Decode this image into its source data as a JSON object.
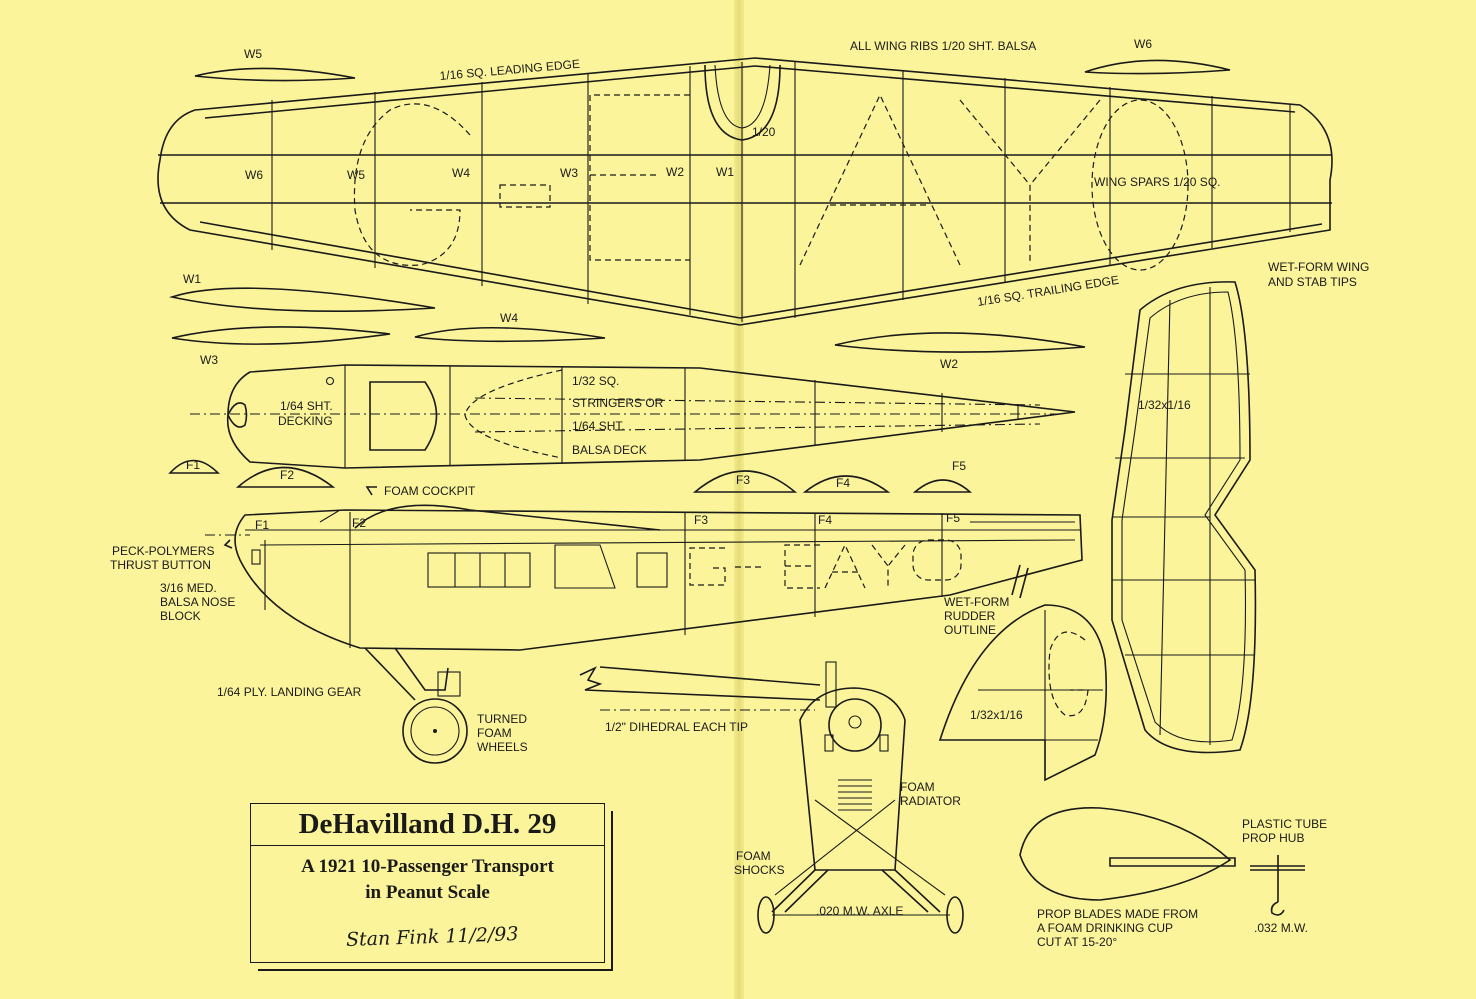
{
  "labels": {
    "w5_top": "W5",
    "leading_edge": "1/16 SQ. LEADING EDGE",
    "all_ribs": "ALL WING RIBS 1/20 SHT. BALSA",
    "w6_top": "W6",
    "rib_1_20": "1/20",
    "wing_w6": "W6",
    "wing_w5": "W5",
    "wing_w4": "W4",
    "wing_w3": "W3",
    "wing_w2": "W2",
    "wing_w1": "W1",
    "wing_spars": "WING SPARS 1/20 SQ.",
    "trailing_edge": "1/16 SQ. TRAILING EDGE",
    "wet_form_wing_1": "WET-FORM WING",
    "wet_form_wing_2": "AND STAB TIPS",
    "w1_rib": "W1",
    "w3_rib": "W3",
    "w4_rib": "W4",
    "w2_rib": "W2",
    "decking_1": "1/64 SHT.",
    "decking_2": "DECKING",
    "stringers_1": "1/32 SQ.",
    "stringers_2": "STRINGERS OR",
    "stringers_3": "1/64 SHT.",
    "stringers_4": "BALSA DECK",
    "stab_size": "1/32x1/16",
    "f1_former": "F1",
    "f2_former": "F2",
    "f3_former": "F3",
    "f4_former": "F4",
    "f5_former": "F5",
    "foam_cockpit": "FOAM COCKPIT",
    "side_f1": "F1",
    "side_f2": "F2",
    "side_f3": "F3",
    "side_f4": "F4",
    "side_f5": "F5",
    "peck_1": "PECK-POLYMERS",
    "peck_2": "THRUST BUTTON",
    "nose_1": "3/16 MED.",
    "nose_2": "BALSA NOSE",
    "nose_3": "BLOCK",
    "rudder_1": "WET-FORM",
    "rudder_2": "RUDDER",
    "rudder_3": "OUTLINE",
    "landing_gear": "1/64 PLY. LANDING GEAR",
    "wheels_1": "TURNED",
    "wheels_2": "FOAM",
    "wheels_3": "WHEELS",
    "dihedral": "1/2\" DIHEDRAL EACH TIP",
    "rudder_size": "1/32x1/16",
    "radiator_1": "FOAM",
    "radiator_2": "RADIATOR",
    "shocks_1": "FOAM",
    "shocks_2": "SHOCKS",
    "axle": ".020 M.W. AXLE",
    "prop_hub_1": "PLASTIC TUBE",
    "prop_hub_2": "PROP HUB",
    "prop_blades_1": "PROP BLADES MADE FROM",
    "prop_blades_2": "A FOAM DRINKING CUP",
    "prop_blades_3": "CUT AT 15-20°",
    "prop_wire": ".032 M.W.",
    "registration": "G-EAYO"
  },
  "title_block": {
    "title": "DeHavilland D.H. 29",
    "subtitle_1": "A 1921 10-Passenger Transport",
    "subtitle_2": "in Peanut Scale",
    "signature": "Stan Fink  11/2/93"
  },
  "colors": {
    "paper": "#fbf49a",
    "ink": "#1a1a1a"
  }
}
